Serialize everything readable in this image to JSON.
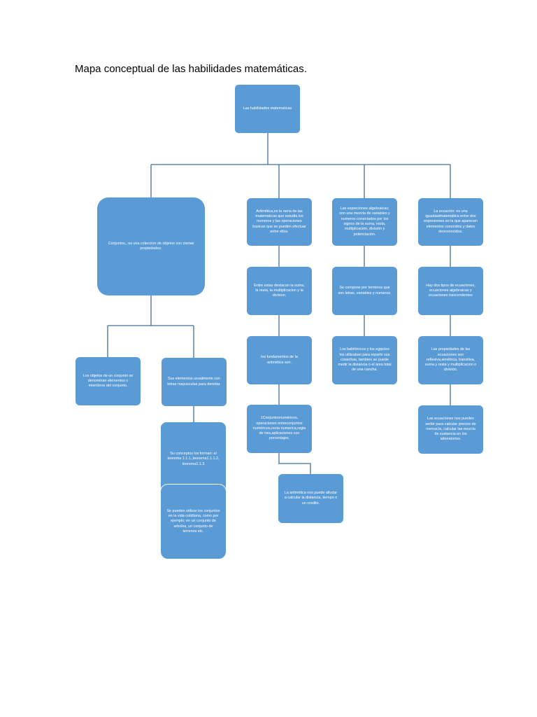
{
  "title": "Mapa conceptual de las habilidades matemáticas.",
  "colors": {
    "node_fill": "#5b9bd5",
    "connector": "#41719c",
    "node_text": "#ffffff"
  },
  "nodes": {
    "root": "Las habilidades matematicas",
    "conjuntos": "Conjuntos,, es una coleccion de objetos con ciertas propiedades.",
    "objetos": "Los objetos de un conjunto se denominan elementos o miembros del conjunto.",
    "elementos": "Sus elementos usualmente con letras mayusculas para denotar.",
    "teoremas": "Su conceptos los forman: el teorema 1.1.1.,teorema1.1.1.2, teorema1.1.3",
    "utilizar": "Se pueden utilizar los conjuntos en la vida cotidiana, como por ejemplo; en un conjunto de arboles, un conjunto de terrenos etc.",
    "aritmetica": "Aritmética,es la rama de las matematicas que estudia los numeros y las operaciones basicas que se pueden efectuar entre ellos.",
    "destacan": "Entre estas destacan la suma, la resta, la multiplicacion y la division.",
    "fundamentos": "los fundamentos de la aritmética son.",
    "numericos": "1Conjuntosnuméricos, operaciones entreconjuntos numéricos,recta numerica,regla de tres,aplicaciones con porcentajes.",
    "ayudar": "La aritmética nos puede alludar a calcular la distancia, tiempo o un credito.",
    "expresiones": "Las expreciones algebraicas; son una mezcla de variables y numeros conectados por los signos de la suma, resta, multiplicación, división y potenciación.",
    "compone": "Se compone por terminos que son letras, variables y numeros.",
    "babilonicos": "Los babilónicos y los egipcios los utilizaban para repartir sus cosechas, tambien se puede medir la distancia o el área total de una cancha.",
    "ecuacion": "La ecuación: es una igualdadmatemática entre dos expresiones en la que aparecen elementos conocidos y datos desconocidos.",
    "tipos": "Hay dos tipos de ecuaciones, ecuaciones algebraicas y ecuaciones trascendentes",
    "propiedades": "Las propiedades de las ecuaciones son reflexiva,simétrica, transitiva, suma y resta y multiplicacion o división.",
    "ecuaciones_uso": "Las ecuaciones nos pueden serbir para calcular precios de mercacía, calcular las mezcla de sustancia en los laboratorios."
  }
}
